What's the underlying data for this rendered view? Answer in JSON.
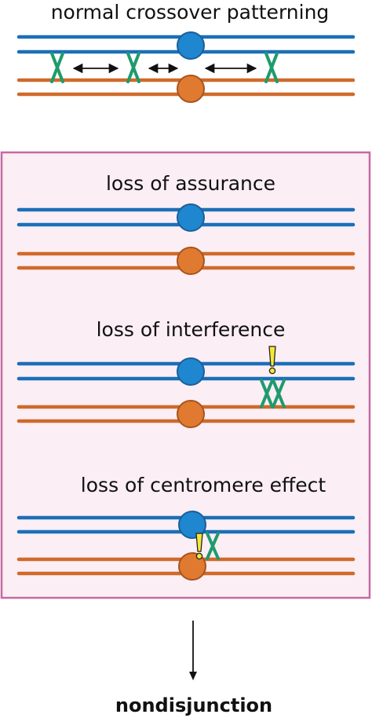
{
  "diagram": {
    "top_title": "normal crossover patterning",
    "panel_titles": {
      "assurance": "loss of assurance",
      "interference": "loss of interference",
      "centromere": "loss of centromere effect"
    },
    "outcome_label": "nondisjunction"
  },
  "colors": {
    "blue_chromosome": "#1b6fb8",
    "blue_centromere": "#1f86d0",
    "orange_chromosome": "#d06a2a",
    "orange_centromere": "#e07a30",
    "crossover": "#1e9b6c",
    "alert": "#f3e83a",
    "panel_border": "#c46aa2",
    "panel_fill": "#fbeef4",
    "arrow": "#111111"
  },
  "icons": {
    "crossover": "crossover-x-icon",
    "alert": "exclamation-icon",
    "interference_arrow": "double-headed-arrow-icon",
    "flow_arrow": "down-arrow-icon"
  }
}
